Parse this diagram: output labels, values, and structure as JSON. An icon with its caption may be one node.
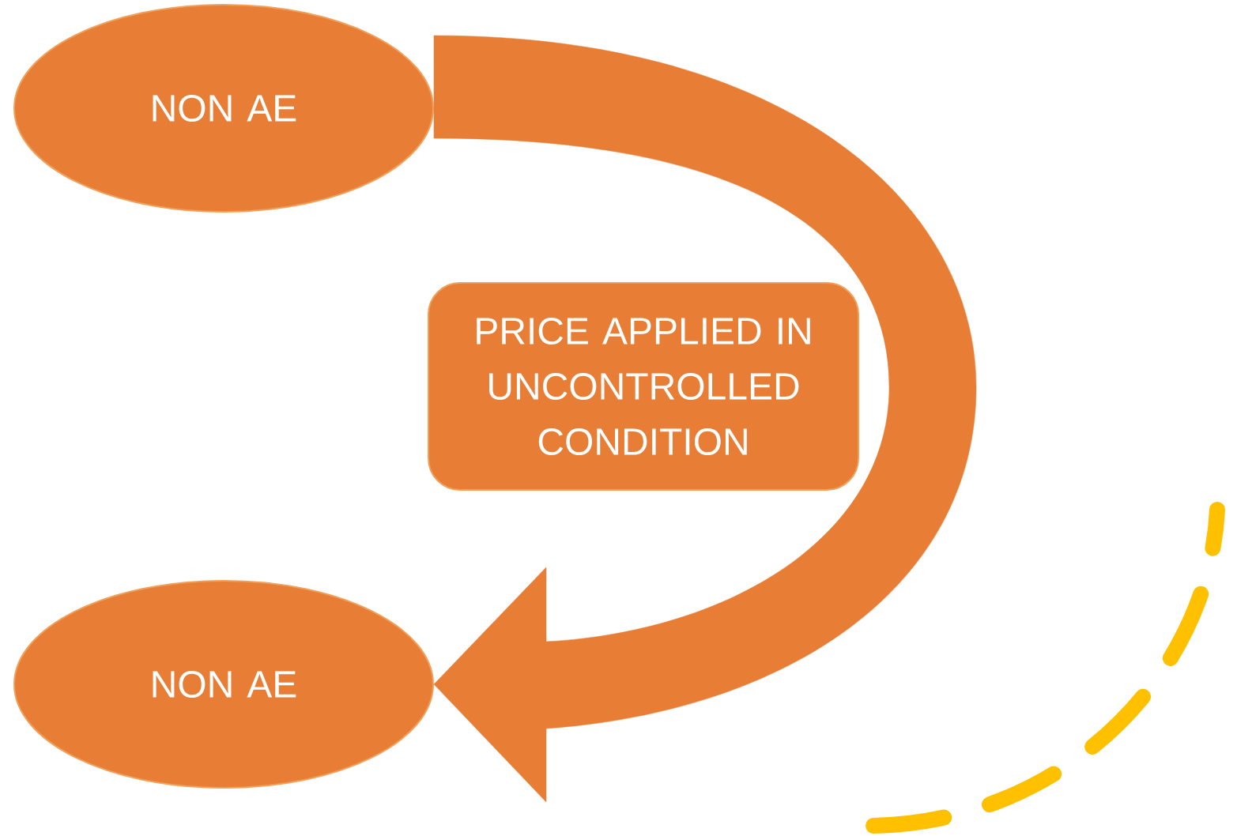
{
  "diagram": {
    "nodes": [
      {
        "text": [
          "NON AE"
        ]
      },
      {
        "text": [
          "PRICE APPLIED IN UNCONTROLLED CONDITION"
        ]
      },
      {
        "text": [
          "NON AE"
        ]
      }
    ],
    "edges": [
      {
        "from": 0,
        "to": 2,
        "arrow": "to"
      }
    ]
  }
}
